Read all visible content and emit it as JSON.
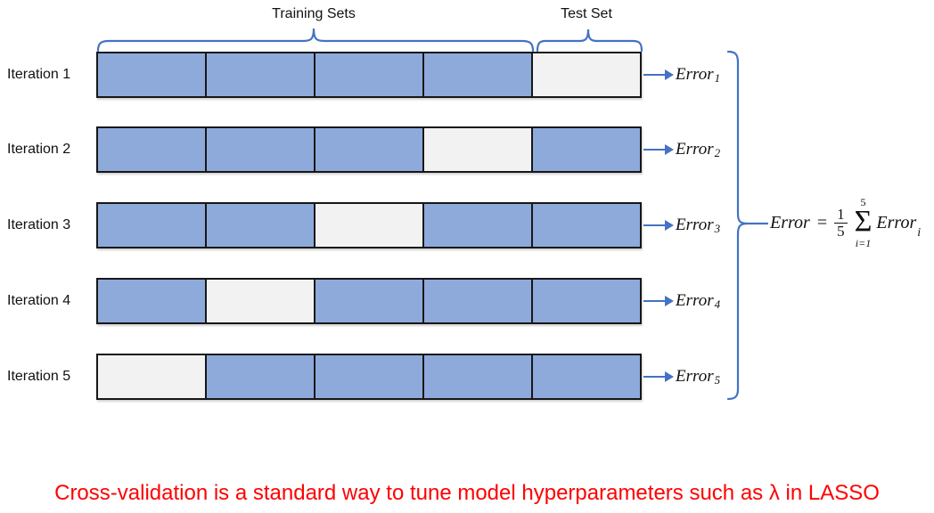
{
  "header": {
    "training_label": "Training Sets",
    "test_label": "Test Set"
  },
  "blocks_per_row": 5,
  "iterations": [
    {
      "label": "Iteration 1",
      "test_index": 4,
      "error_label": "Error",
      "error_sub": "1"
    },
    {
      "label": "Iteration 2",
      "test_index": 3,
      "error_label": "Error",
      "error_sub": "2"
    },
    {
      "label": "Iteration 3",
      "test_index": 2,
      "error_label": "Error",
      "error_sub": "3"
    },
    {
      "label": "Iteration 4",
      "test_index": 1,
      "error_label": "Error",
      "error_sub": "4"
    },
    {
      "label": "Iteration 5",
      "test_index": 0,
      "error_label": "Error",
      "error_sub": "5"
    }
  ],
  "formula": {
    "lhs": "Error",
    "equals": "=",
    "numerator": "1",
    "denominator": "5",
    "sigma": "Σ",
    "upper_limit": "5",
    "lower_limit": "i=1",
    "term": "Error",
    "term_sub": "i"
  },
  "caption": "Cross-validation is a standard way to tune model hyperparameters such as λ in LASSO",
  "colors": {
    "train_fill": "#8EAADB",
    "test_fill": "#F2F2F2",
    "accent": "#4472C4",
    "caption": "#FF0000"
  }
}
